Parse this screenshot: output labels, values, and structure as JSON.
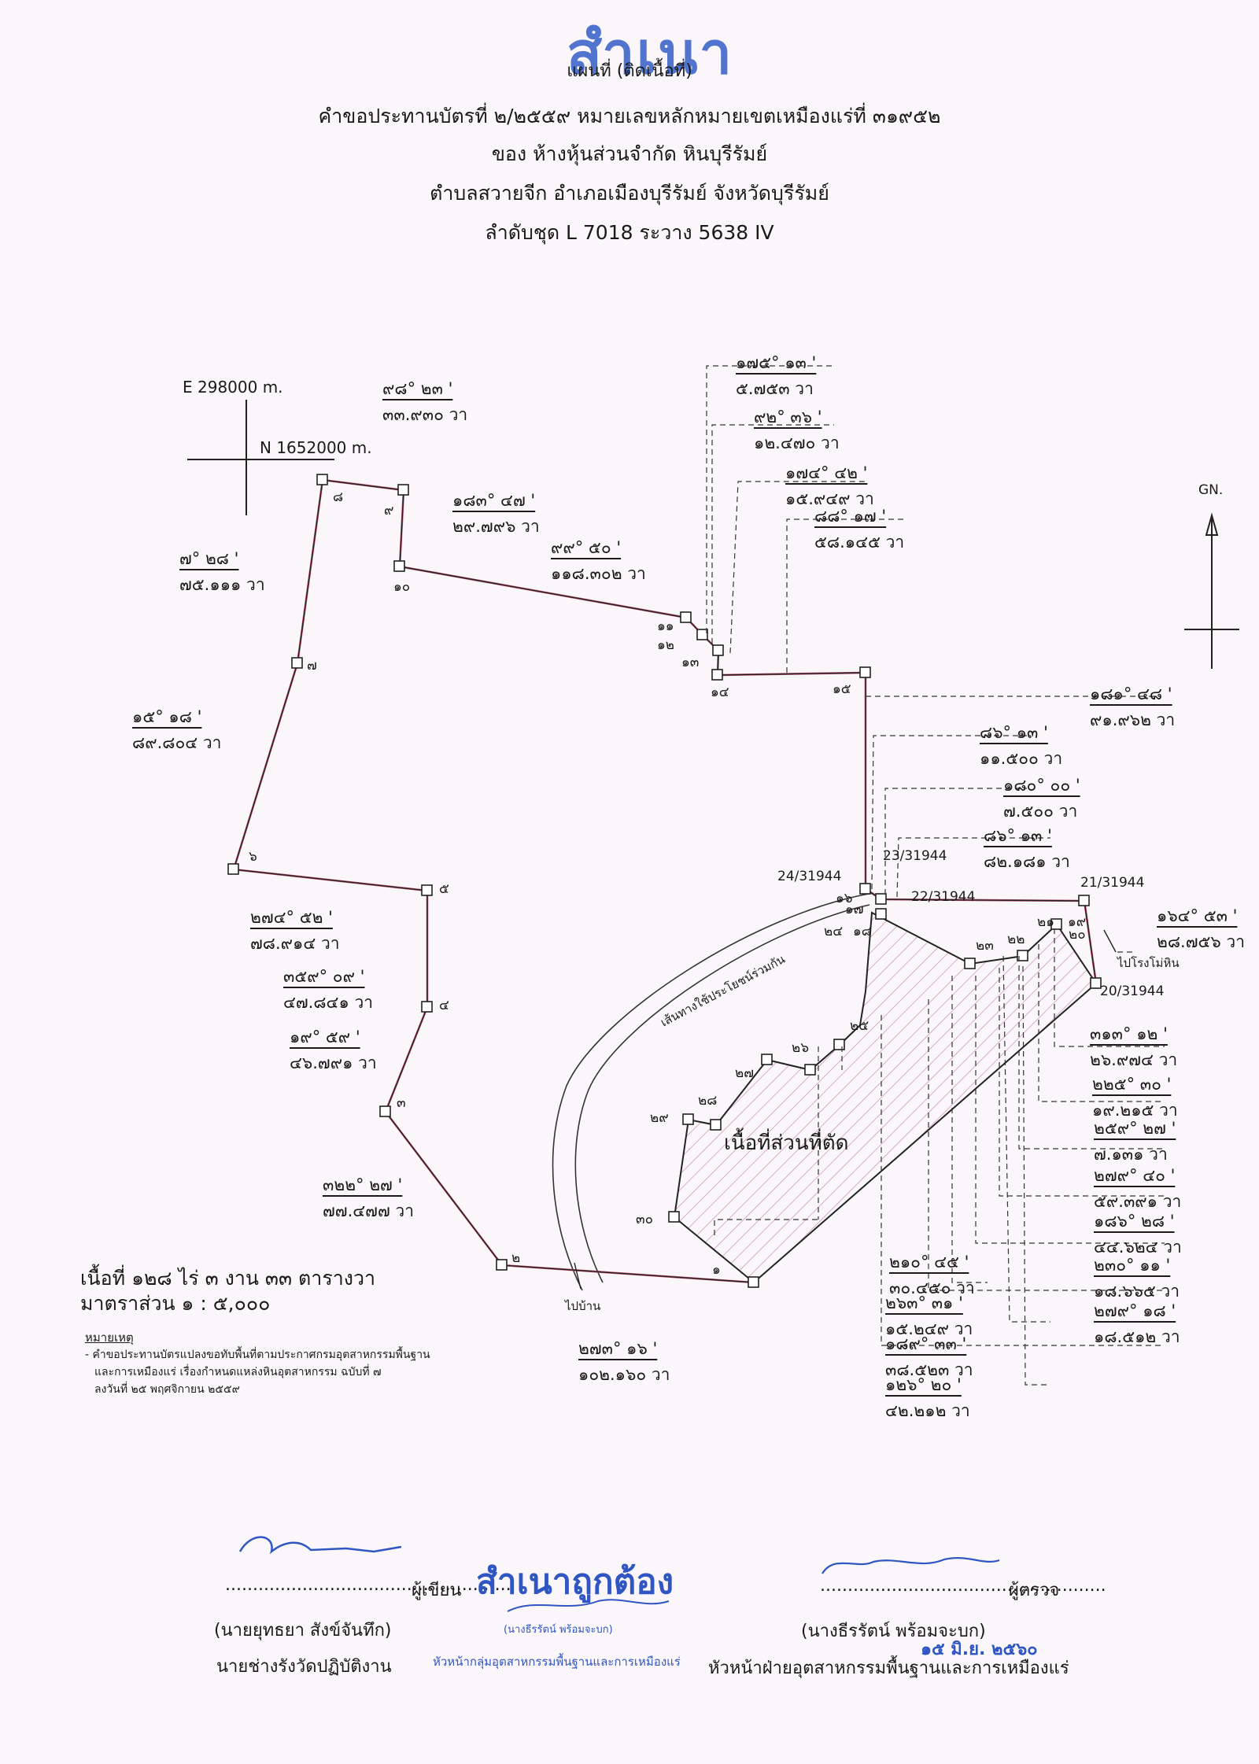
{
  "stamp": {
    "copy_top": "สำเนา",
    "certified": "สำเนาถูกต้อง"
  },
  "header": {
    "title": "แผนที่ (ติดเนื้อที่)",
    "line1": "คำขอประทานบัตรที่ ๒/๒๕๕๙  หมายเลขหลักหมายเขตเหมืองแร่ที่  ๓๑๙๕๒",
    "line2": "ของ ห้างหุ้นส่วนจำกัด หินบุรีรัมย์",
    "line3": "ตำบลสวายจีก  อำเภอเมืองบุรีรัมย์  จังหวัดบุรีรัมย์",
    "line4": "ลำดับชุด  L 7018  ระวาง  5638 IV"
  },
  "grid": {
    "easting": "E  298000 m.",
    "northing": "N 1652000 m.",
    "north": "GN."
  },
  "stations": [
    "๑",
    "๒",
    "๓",
    "๔",
    "๕",
    "๖",
    "๗",
    "๘",
    "๙",
    "๑๐",
    "๑๑",
    "๑๒",
    "๑๓",
    "๑๔",
    "๑๕",
    "๑๖",
    "๑๗",
    "๑๘",
    "๑๙",
    "๒๐",
    "๒๑",
    "๒๒",
    "๒๓",
    "๒๔",
    "๒๕",
    "๒๖",
    "๒๗",
    "๒๘",
    "๒๙",
    "๓๐"
  ],
  "ref_marks": {
    "m20": "20/31944",
    "m21": "21/31944",
    "m22": "22/31944",
    "m23": "23/31944",
    "m24": "24/31944"
  },
  "bearings": [
    {
      "b": "๙๘° ๒๓ '",
      "d": "๓๓.๙๓๐ วา"
    },
    {
      "b": "๑๘๓° ๔๗ '",
      "d": "๒๙.๗๙๖ วา"
    },
    {
      "b": "๗° ๒๘ '",
      "d": "๗๕.๑๑๑ วา"
    },
    {
      "b": "๙๙° ๕๐ '",
      "d": "๑๑๘.๓๐๒ วา"
    },
    {
      "b": "๑๗๕° ๑๓ '",
      "d": "๕.๗๕๓ วา"
    },
    {
      "b": "๙๒° ๓๖ '",
      "d": "๑๒.๔๗๐ วา"
    },
    {
      "b": "๑๗๔° ๔๒ '",
      "d": "๑๕.๙๔๙ วา"
    },
    {
      "b": "๘๘° ๑๗ '",
      "d": "๕๘.๑๔๕ วา"
    },
    {
      "b": "๑๕° ๑๘ '",
      "d": "๘๙.๘๐๔ วา"
    },
    {
      "b": "๑๘๑° ๔๘ '",
      "d": "๙๑.๙๖๒ วา"
    },
    {
      "b": "๘๖° ๑๓ '",
      "d": "๑๑.๕๐๐ วา"
    },
    {
      "b": "๑๘๐° ๐๐ '",
      "d": "๗.๕๐๐ วา"
    },
    {
      "b": "๘๖° ๑๓ '",
      "d": "๘๒.๑๘๑ วา"
    },
    {
      "b": "๒๗๔° ๕๒ '",
      "d": "๗๘.๙๑๔ วา"
    },
    {
      "b": "๓๕๙° ๐๙ '",
      "d": "๔๗.๘๔๑ วา"
    },
    {
      "b": "๑๙° ๕๙ '",
      "d": "๔๖.๗๙๑ วา"
    },
    {
      "b": "๑๖๔° ๕๓ '",
      "d": "๒๘.๗๕๖ วา"
    },
    {
      "b": "๓๑๓° ๑๒ '",
      "d": "๒๖.๙๗๔ วา"
    },
    {
      "b": "๒๒๕° ๓๐ '",
      "d": "๑๙.๒๑๕ วา"
    },
    {
      "b": "๒๕๙° ๒๗ '",
      "d": "๗.๑๓๑ วา"
    },
    {
      "b": "๒๗๙° ๔๐ '",
      "d": "๕๙.๓๙๑ วา"
    },
    {
      "b": "๑๘๖° ๒๘ '",
      "d": "๔๔.๖๒๔ วา"
    },
    {
      "b": "๒๓๐° ๑๑ '",
      "d": "๑๘.๖๖๕ วา"
    },
    {
      "b": "๒๗๙° ๑๘ '",
      "d": "๑๘.๕๑๒ วา"
    },
    {
      "b": "๓๒๒° ๒๗ '",
      "d": "๗๗.๔๗๗ วา"
    },
    {
      "b": "๒๑๐° ๔๕ '",
      "d": "๓๐.๔๕๐ วา"
    },
    {
      "b": "๒๖๓° ๓๑ '",
      "d": "๑๕.๒๔๙ วา"
    },
    {
      "b": "๑๘๙° ๓๓ '",
      "d": "๓๘.๕๒๓ วา"
    },
    {
      "b": "๑๒๖° ๒๐ '",
      "d": "๔๒.๒๑๒ วา"
    },
    {
      "b": "๒๗๓° ๑๖ '",
      "d": "๑๐๒.๑๖๐ วา"
    }
  ],
  "labels": {
    "cut_area": "เนื้อที่ส่วนที่ตัด",
    "public_road": "เส้นทางใช้ประโยชน์ร่วมกัน",
    "to_factory": "ไปโรงโม่หิน",
    "to_village": "ไปบ้าน"
  },
  "area": "เนื้อที่   ๑๒๘  ไร่   ๓   งาน  ๓๓   ตารางวา",
  "scale": "มาตราส่วน  ๑ : ๕,๐๐๐",
  "remarks": {
    "title": "หมายเหตุ",
    "line1": "- คำขอประทานบัตรแปลงขอทับพื้นที่ตามประกาศกรมอุตสาหกรรมพื้นฐาน",
    "line2": "และการเหมืองแร่ เรื่องกำหนดแหล่งหินอุตสาหกรรม ฉบับที่ ๗",
    "line3": "ลงวันที่ ๒๕ พฤศจิกายน ๒๕๕๙"
  },
  "signatures": {
    "writer_role": "ผู้เขียน",
    "writer_name": "(นายยุทธยา  สังข์จันทึก)",
    "writer_title": "นายช่างรังวัดปฏิบัติงาน",
    "checker_role": "ผู้ตรวจ",
    "checker_name": "(นางธีรรัตน์  พร้อมจะบก)",
    "checker_title": "หัวหน้าฝ่ายอุตสาหกรรมพื้นฐานและการเหมืองแร่",
    "stamp_sub": "(นางธีรรัตน์  พร้อมจะบก)",
    "stamp_dept": "หัวหน้ากลุ่มอุตสาหกรรมพื้นฐานและการเหมืองแร่",
    "date": "๑๕ มิ.ย. ๒๕๖๐",
    "dots": "...................................................."
  }
}
